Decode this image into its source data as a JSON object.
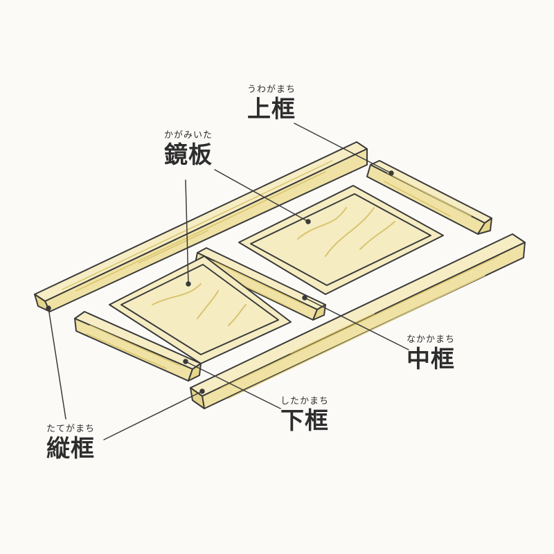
{
  "labels": {
    "uwagamachi": {
      "ruby": "うわがまち",
      "kanji": "上框"
    },
    "kagamiita": {
      "ruby": "かがみいた",
      "kanji": "鏡板"
    },
    "nakagamachi": {
      "ruby": "なかかまち",
      "kanji": "中框"
    },
    "shitagamachi": {
      "ruby": "したかまち",
      "kanji": "下框"
    },
    "tategamachi": {
      "ruby": "たてがまち",
      "kanji": "縦框"
    }
  },
  "colors": {
    "wood": "#f1e6b0",
    "wood_dark": "#e2d28a",
    "panel": "#f5ecc2",
    "stroke": "#3a3a3a",
    "grain": "#d8c46e",
    "background": "#fbfaf7"
  }
}
